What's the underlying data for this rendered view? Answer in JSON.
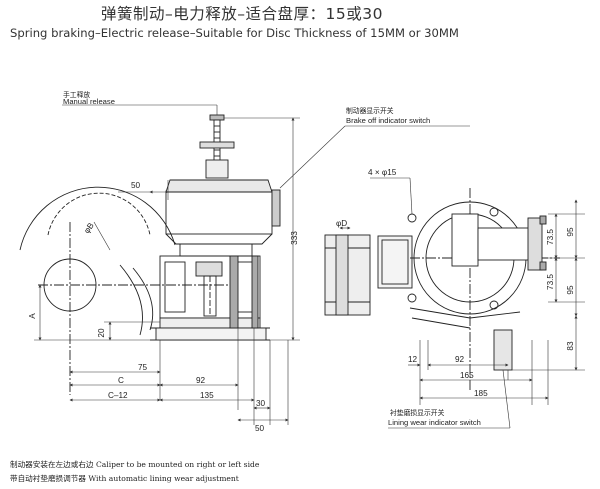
{
  "title": {
    "cn": "弹簧制动–电力释放–适合盘厚：15或30",
    "en": "Spring braking–Electric release–Suitable for Disc Thickness of 15MM or 30MM"
  },
  "callouts": {
    "manual_release_cn": "手工释放",
    "manual_release_en": "Manual release",
    "brake_off_cn": "制动器显示开关",
    "brake_off_en": "Brake off indicator switch",
    "lining_wear_cn": "衬垫磨损显示开关",
    "lining_wear_en": "Lining wear indicator switch"
  },
  "dimensions": {
    "d50_top": "50",
    "d333": "333",
    "phi_b": "φB",
    "a": "A",
    "d20": "20",
    "d75": "75",
    "c": "C",
    "d92_left": "92",
    "c_minus_12": "C–12",
    "d135": "135",
    "d30": "30",
    "d50_bottom": "50",
    "holes": "4 × φ15",
    "phi_d": "φD",
    "d73_5_top": "73.5",
    "d95_top": "95",
    "d73_5_bot": "73.5",
    "d95_bot": "95",
    "d83": "83",
    "d12": "12",
    "d92_right": "92",
    "d165": "165",
    "d185": "185"
  },
  "notes": {
    "line1": "制动器安装在左边或右边  Caliper to be mounted on right or left side",
    "line2": "带自动衬垫磨损调节器  With automatic lining wear adjustment"
  }
}
